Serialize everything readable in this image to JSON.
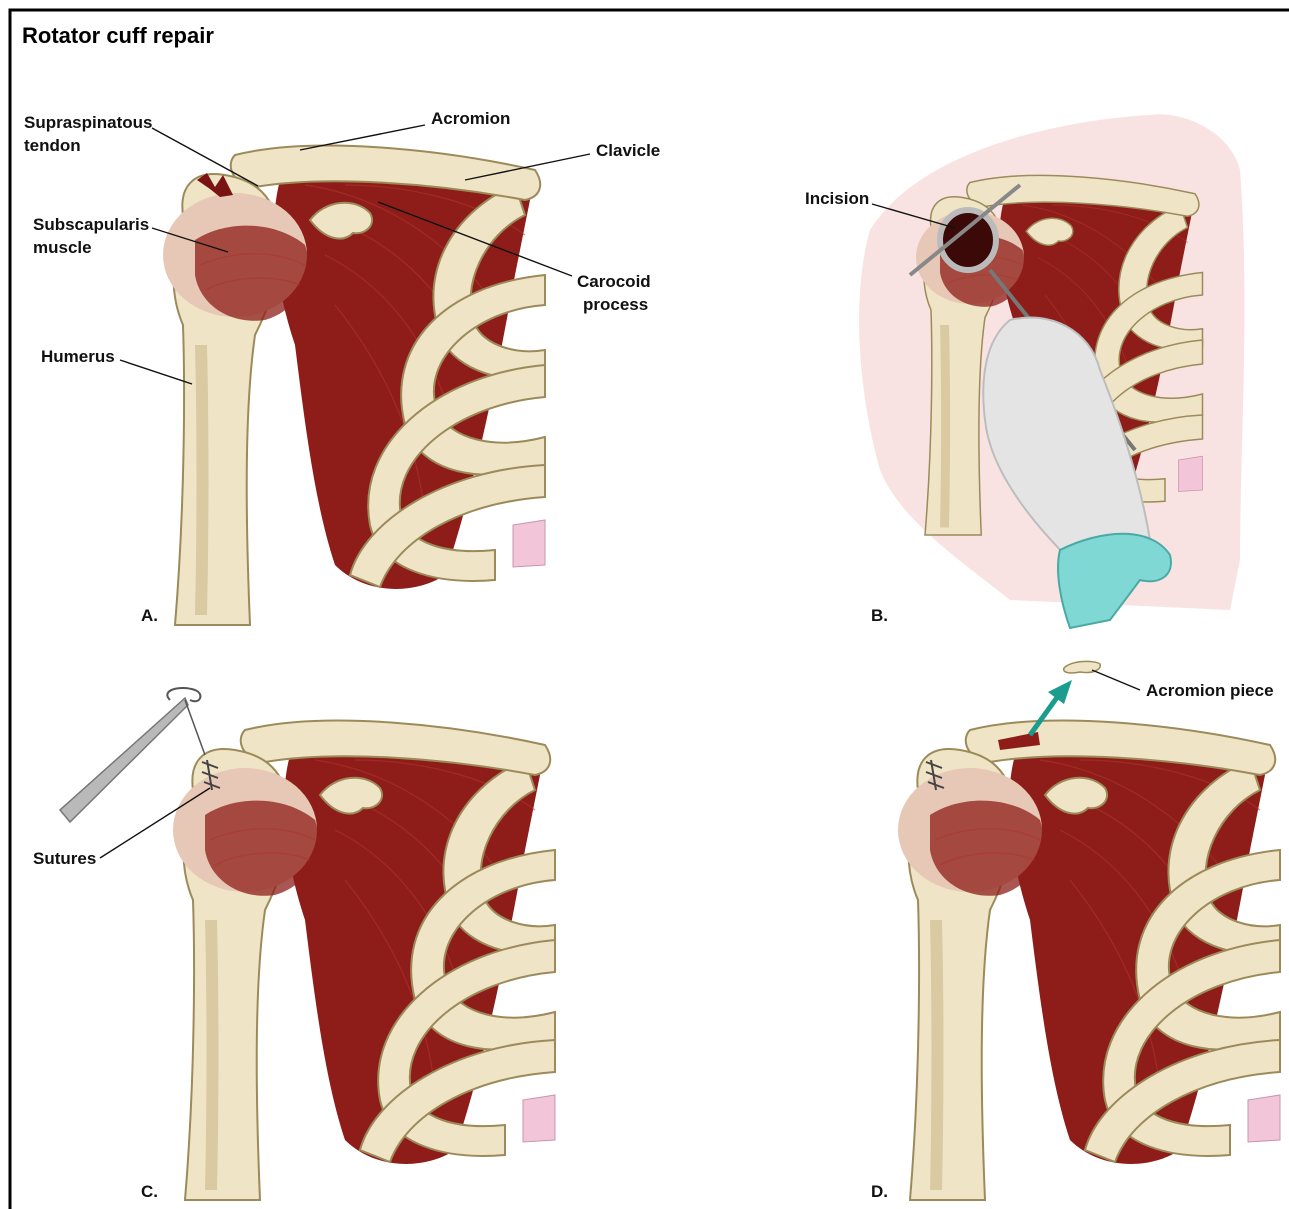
{
  "title": "Rotator cuff repair",
  "panels": {
    "a": {
      "letter": "A.",
      "labels": {
        "supraspinatous_1": "Supraspinatous",
        "supraspinatous_2": "tendon",
        "acromion": "Acromion",
        "clavicle": "Clavicle",
        "subscapularis_1": "Subscapularis",
        "subscapularis_2": "muscle",
        "carocoid_1": "Carocoid",
        "carocoid_2": "process",
        "humerus": "Humerus"
      }
    },
    "b": {
      "letter": "B.",
      "labels": {
        "incision": "Incision"
      }
    },
    "c": {
      "letter": "C.",
      "labels": {
        "sutures": "Sutures"
      }
    },
    "d": {
      "letter": "D.",
      "labels": {
        "acromion_piece": "Acromion piece"
      }
    }
  },
  "colors": {
    "bone": "#efe5c6",
    "muscle": "#8e1d1a",
    "cartilage": "#f2c6d8",
    "skin": "#f7dedd",
    "glove": "#e4e4e4",
    "cuff": "#7fd8d4",
    "arrow": "#1a9c8f"
  }
}
